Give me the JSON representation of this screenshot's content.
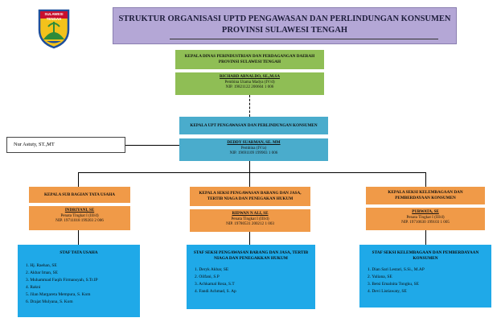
{
  "title": {
    "line1": "STRUKTUR ORGANISASI UPTD PENGAWASAN DAN PERLINDUNGAN KONSUMEN",
    "line2": "PROVINSI SULAWESI TENGAH"
  },
  "logo": {
    "text": "SULAWESI TENGAH"
  },
  "kadis": {
    "header": "KEPALA DINAS PERINDUSTRIAN DAN PERDAGANGAN DAERAH PROVINSI SULAWESI TENGAH",
    "name": "RICHARD ARNALDO, SE.,M.SA",
    "rank": "Pembina Utama Madya (IV/d)",
    "nip": "NIP. 19821122 200604 1 006"
  },
  "kaupt": {
    "header": "KEPALA UPT PENGAWASAN DAN PERLINDUNGAN KONSUMEN",
    "name": "DEDDY SUARMAN, SE. MM",
    "rank": "Pembina (IV/a)",
    "nip": "NIP. 19691109 199903 1 006"
  },
  "side_staff": "Nur Astuty, ST.,MT",
  "columns": [
    {
      "header": "KEPALA SUB BAGIAN TATA USAHA",
      "name": "INDRIYANI, SE",
      "rank": "Penata Tingkat I (III/d)",
      "nip": "NIP. 19711018 199203 2 006",
      "staff_header": "STAF TATA USAHA",
      "staff": [
        "1. Hj. Raehan, SE",
        "2. Akbar Iman, SE",
        "3. Muhammad Faqih Firmansyah, S.Tr.IP",
        "4. Rakni",
        "5. Jilan Margareta Mempura, S. Kom",
        "6. Drajat Mulyana, S. Kom"
      ]
    },
    {
      "header": "KEPALA SEKSI PENGAWASAN BARANG DAN JASA, TERTIB NIAGA DAN PENEGAKAN HUKUM",
      "name": "RIDWAN N ALI, SE",
      "rank": "Penata Tingkat I (III/d)",
      "nip": "NIP. 19780531 200212 1 003",
      "staff_header": "STAF SEKSI PENGAWASAN BARANG DAN JASA, TERTIB NIAGA DAN PENEGAKKAN HUKUM",
      "staff": [
        "1. Deryk Akbar, SE",
        "2. Oilfani, S.P",
        "3. Achkamal Reza, S.T",
        "4. Fandi Achmad, S. Ap"
      ]
    },
    {
      "header": "KEPALA SEKSI KELEMBAGAAN DAN PEMBERDAYAAN KONSUMEN",
      "name": "PURWATA, SE",
      "rank": "Penata Tingkat I (III/d)",
      "nip": "NIP. 19710630 199103 1 005",
      "staff_header": "STAF SEKSI KELEMBAGAAN DAN PEMBERDAYAAN KONSUMEN",
      "staff": [
        "1. Dian Sari Lestari, S.Si., M.AP",
        "2. Yuliana, SE",
        "3. Betsi Emalnita Tongku, SE",
        "4. Devi Listiawaty, SE"
      ]
    }
  ],
  "colors": {
    "title": "#b4a7d6",
    "kadis": "#8fbe55",
    "kaupt": "#4aaccc",
    "head": "#f09a48",
    "staff": "#1fa9e8"
  }
}
